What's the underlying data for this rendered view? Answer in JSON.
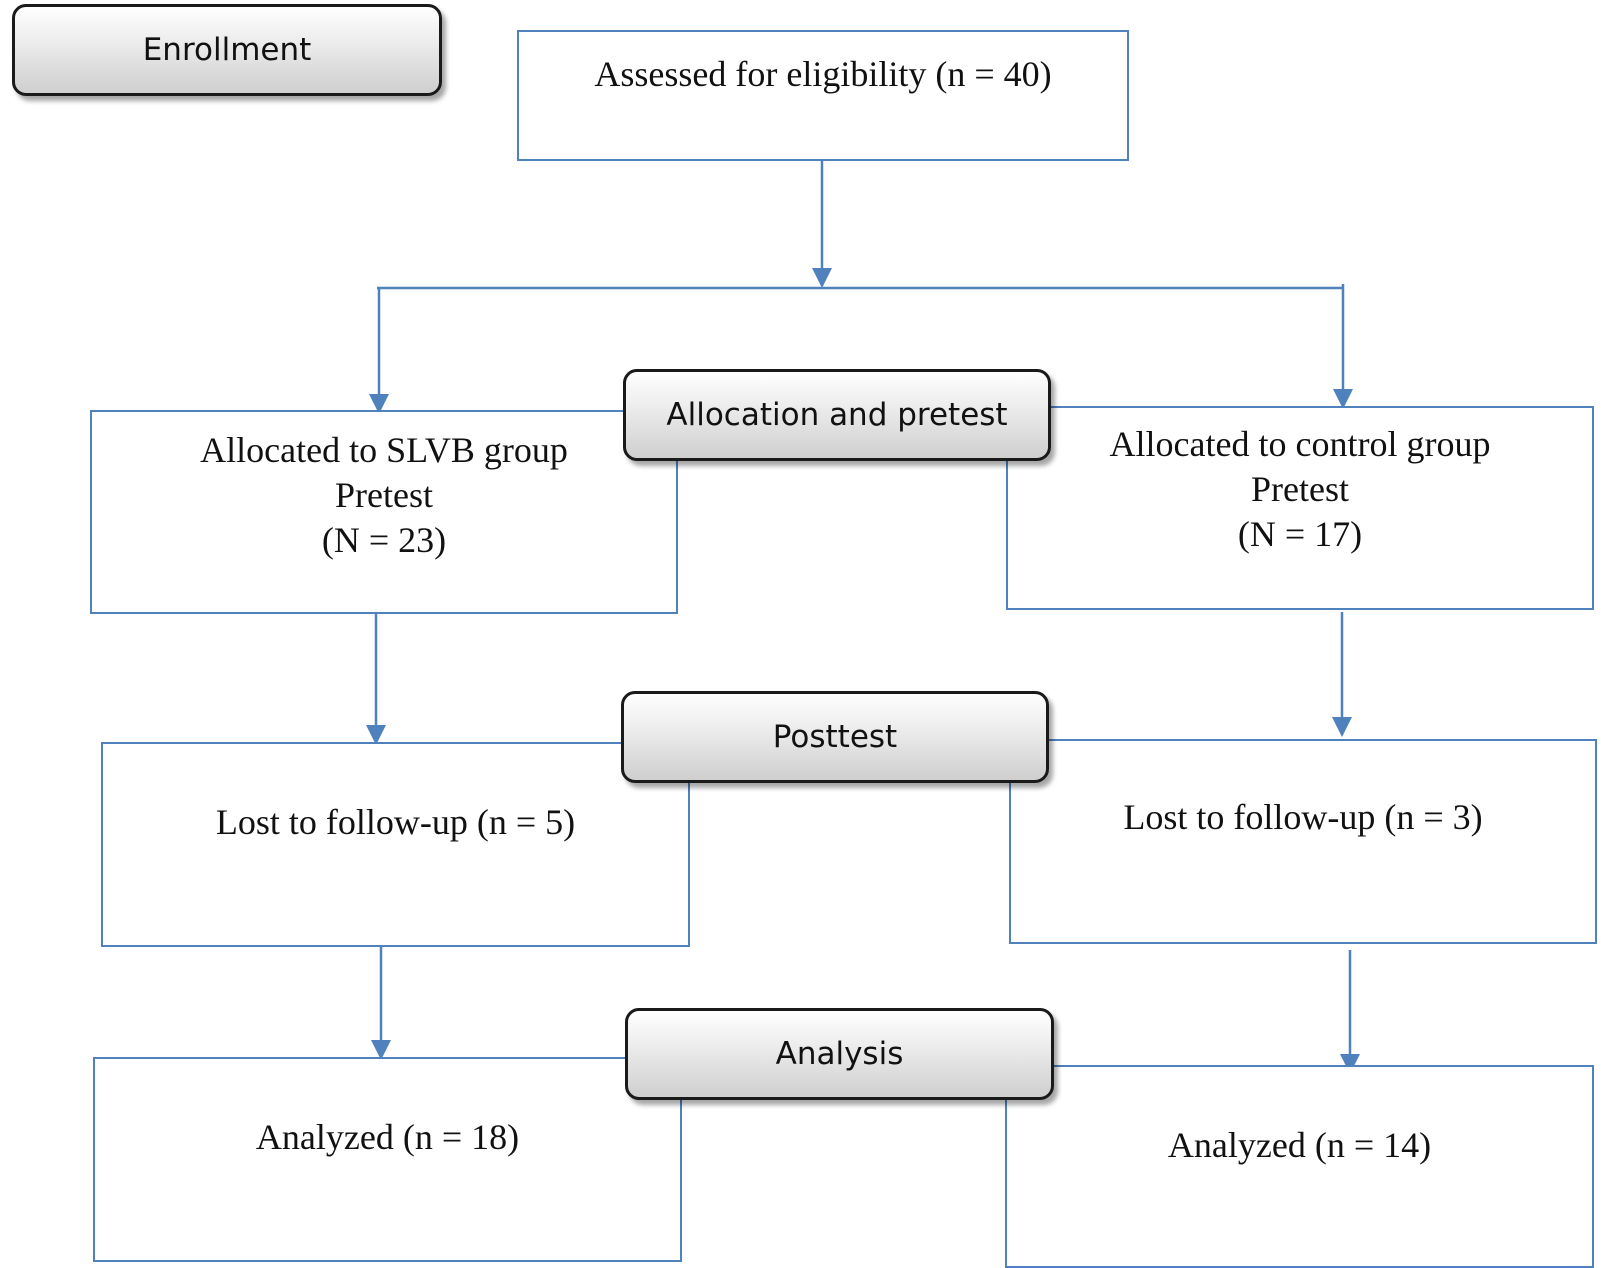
{
  "stages": {
    "enrollment": "Enrollment",
    "allocation": "Allocation and pretest",
    "posttest": "Posttest",
    "analysis": "Analysis"
  },
  "boxes": {
    "assessed": "Assessed for eligibility (n = 40)",
    "slvb_allocated": {
      "line1": "Allocated to SLVB group",
      "line2": "Pretest",
      "line3": "(N = 23)"
    },
    "control_allocated": {
      "line1": "Allocated to control group",
      "line2": "Pretest",
      "line3": "(N = 17)"
    },
    "slvb_lost": "Lost to follow-up (n = 5)",
    "control_lost": "Lost to follow-up (n = 3)",
    "slvb_analyzed": "Analyzed (n = 18)",
    "control_analyzed": "Analyzed (n = 14)"
  },
  "colors": {
    "box_border": "#4f81bd",
    "connector": "#4f81bd",
    "stage_border": "#1a1a1a"
  }
}
